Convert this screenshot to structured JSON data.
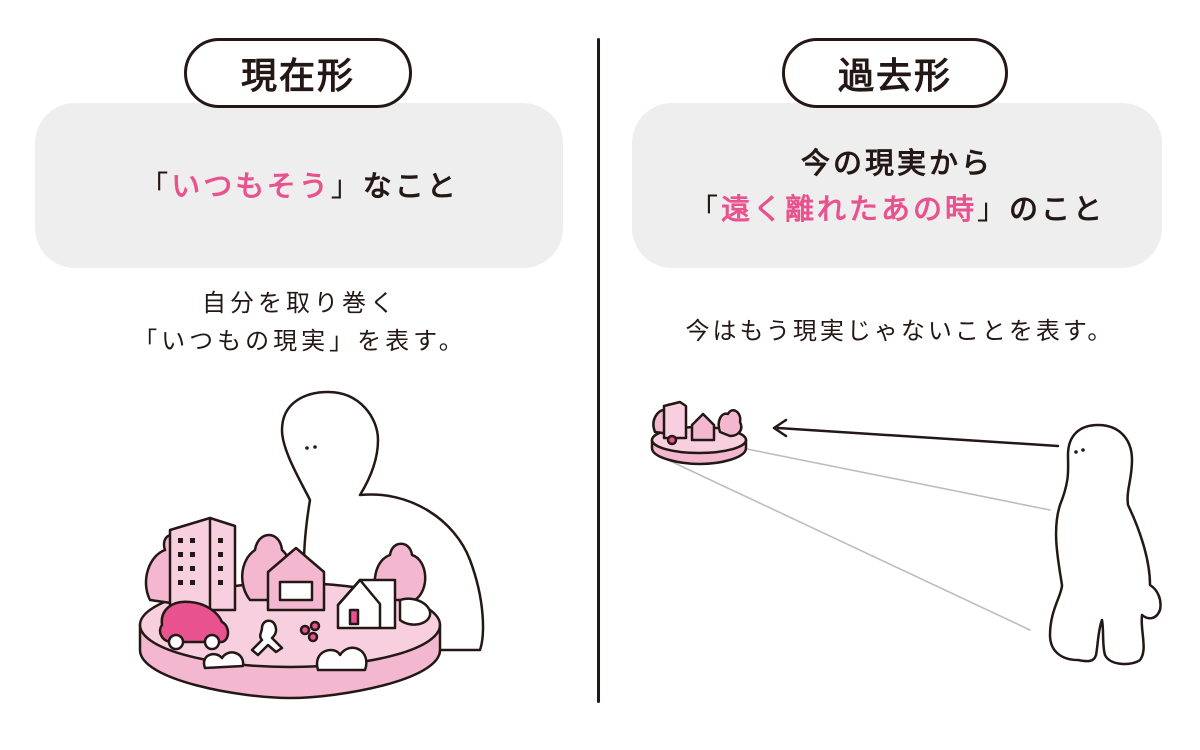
{
  "colors": {
    "ink": "#231815",
    "accent": "#e8528e",
    "panel": "#efeeee",
    "pink_fill": "#f3b8cf"
  },
  "left": {
    "title": "現在形",
    "highlight": {
      "open": "「",
      "pink": "いつもそう",
      "close": "」",
      "rest": "なこと"
    },
    "description": {
      "line1": "自分を取り巻く",
      "line2": "「いつもの現実」を表す。"
    }
  },
  "right": {
    "title": "過去形",
    "highlight": {
      "line1": "今の現実から",
      "open": "「",
      "pink": "遠く離れたあの時",
      "close": "」",
      "rest": "のこと"
    },
    "description": "今はもう現実じゃないことを表す。"
  }
}
